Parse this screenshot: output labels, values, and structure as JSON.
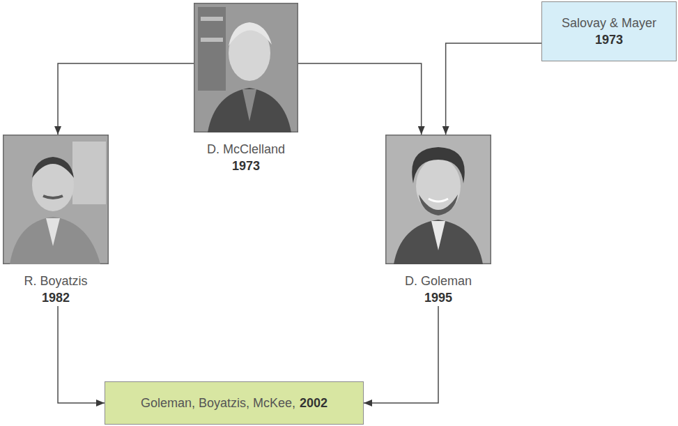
{
  "diagram": {
    "nodes": [
      {
        "text": [
          "D. McClelland",
          "1973"
        ]
      },
      {
        "text": [
          "Salovay & Mayer",
          "1973"
        ]
      },
      {
        "text": [
          "R. Boyatzis",
          "1982"
        ]
      },
      {
        "text": [
          "D. Goleman",
          "1995"
        ]
      },
      {
        "text": [
          "Goleman, Boyatzis, McKee,",
          "2002"
        ]
      }
    ],
    "edges": [
      {
        "from": 0,
        "to": 2,
        "arrow": "to"
      },
      {
        "from": 0,
        "to": 3,
        "arrow": "to"
      },
      {
        "from": 1,
        "to": 3,
        "arrow": "to"
      },
      {
        "from": 2,
        "to": 4,
        "arrow": "to"
      },
      {
        "from": 3,
        "to": 4,
        "arrow": "to"
      }
    ]
  }
}
